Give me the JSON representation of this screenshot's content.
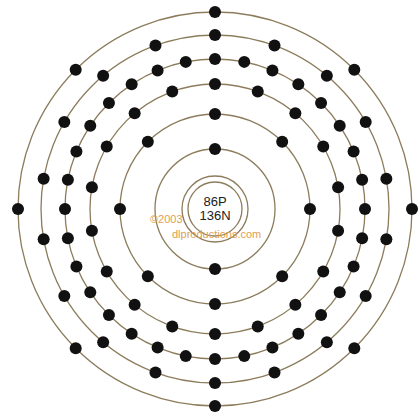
{
  "diagram": {
    "nodes": [
      {
        "text": [
          "86P",
          "136N"
        ]
      }
    ],
    "labels": [
      "©2003",
      "dlproductions.com"
    ]
  }
}
